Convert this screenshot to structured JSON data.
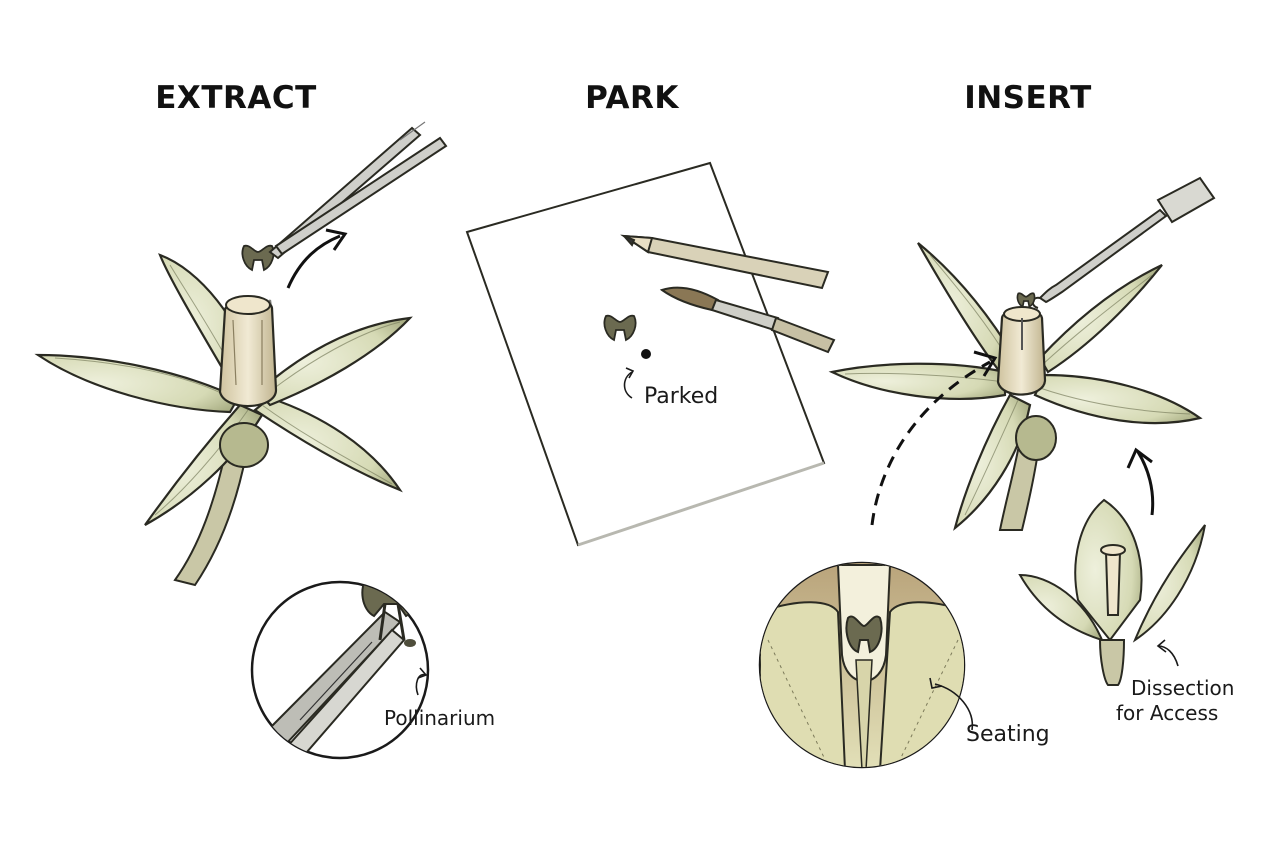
{
  "panels": {
    "extract": {
      "title": "EXTRACT",
      "label": "Pollinarium"
    },
    "park": {
      "title": "PARK",
      "label": "Parked"
    },
    "insert": {
      "title": "INSERT",
      "label_seating": "Seating",
      "label_dissection_line1": "Dissection",
      "label_dissection_line2": "for Access"
    }
  },
  "colors": {
    "petal": "#dfe3c6",
    "petal_shade": "#b7bd92",
    "column": "#e6dcc0",
    "stem": "#c6c4a2",
    "ink": "#2a2a22",
    "pollinarium": "#6b6a50",
    "paper": "#ffffff"
  },
  "icons": [
    "tweezers-icon",
    "pencil-icon",
    "paintbrush-icon",
    "probe-icon",
    "orchid-flower-icon",
    "magnifier-inset-icon",
    "arrow-icon"
  ]
}
